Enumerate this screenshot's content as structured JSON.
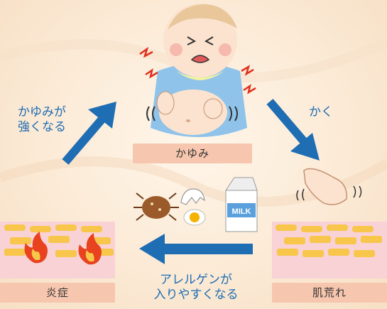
{
  "nodes": {
    "itch": "かゆみ",
    "rough_skin": "肌荒れ",
    "inflammation": "炎症"
  },
  "edges": {
    "scratch": "かく",
    "allergen_line1": "アレルゲンが",
    "allergen_line2": "入りやすくなる",
    "itch_stronger_line1": "かゆみが",
    "itch_stronger_line2": "強くなる"
  },
  "milk_carton_text": "MILK",
  "colors": {
    "arrow": "#1f6db3",
    "label_box": "#f7c6ae"
  }
}
